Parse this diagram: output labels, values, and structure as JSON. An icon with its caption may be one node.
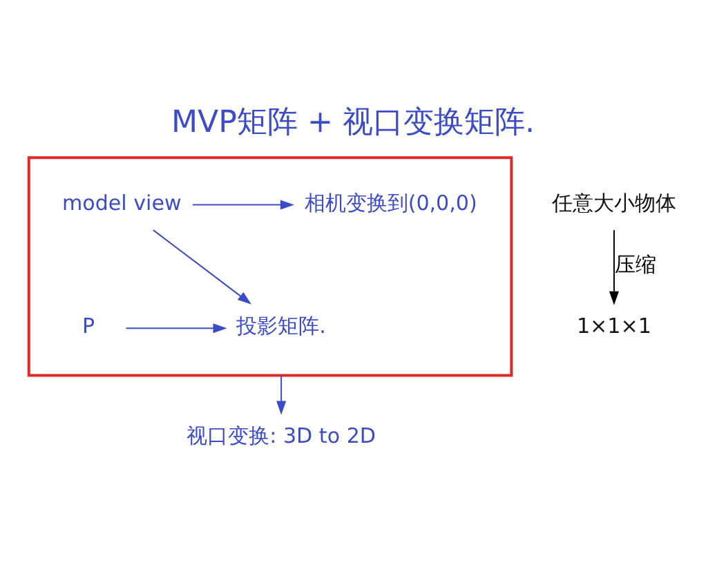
{
  "diagram": {
    "title": "MVP矩阵 + 视口变换矩阵.",
    "nodes": [
      {
        "text": [],
        "shape": "box"
      },
      {
        "text": [
          "model view"
        ],
        "in": 0
      },
      {
        "text": [
          "相机变换到(0,0,0)"
        ],
        "in": 0
      },
      {
        "text": [
          "P"
        ],
        "in": 0
      },
      {
        "text": [
          "投影矩阵."
        ],
        "in": 0
      },
      {
        "text": [
          "视口变换: 3D to 2D"
        ]
      },
      {
        "text": [
          "任意大小物体"
        ]
      },
      {
        "text": [
          "1×1×1"
        ]
      }
    ],
    "edges": [
      {
        "from": 1,
        "to": 2,
        "arrow": "to"
      },
      {
        "from": 1,
        "to": 4,
        "arrow": "to"
      },
      {
        "from": 3,
        "to": 4,
        "arrow": "to"
      },
      {
        "from": 0,
        "to": 5,
        "arrow": "to"
      },
      {
        "from": 6,
        "to": 7,
        "arrow": "to",
        "label": "压缩",
        "color": "#000000"
      }
    ]
  }
}
